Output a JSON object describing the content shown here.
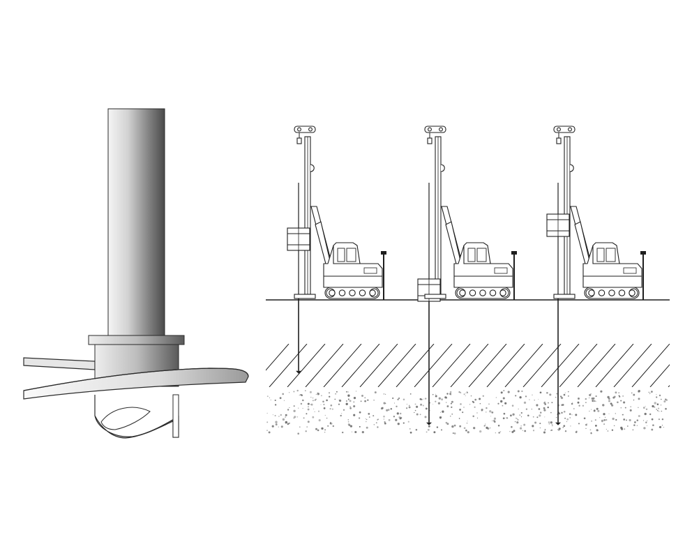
{
  "figure": {
    "panels": [
      "helical-pile-detail",
      "installation-sequence"
    ],
    "rig_count": 3,
    "pile_embedment_fraction": [
      0.55,
      0.95,
      0.95
    ],
    "soil_layers": [
      "surface",
      "hatched-layer",
      "gravel-layer"
    ],
    "colors": {
      "background": "#ffffff",
      "line": "#1e1e1e",
      "steel_dark": "#4a4a4a",
      "steel_light": "#f3f3f3",
      "gravel": "#6a6a6a"
    }
  }
}
